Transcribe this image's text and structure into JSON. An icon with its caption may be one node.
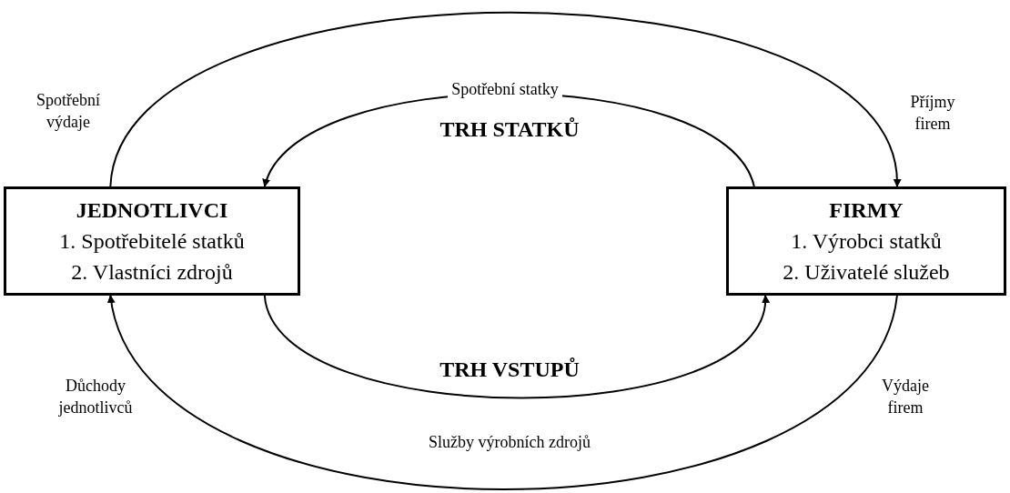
{
  "diagram": {
    "nodes": [
      {
        "text": [
          "JEDNOTLIVCI",
          "1. Spotřebitelé statků",
          "2. Vlastníci zdrojů"
        ]
      },
      {
        "text": [
          "FIRMY",
          "1. Výrobci statků",
          "2. Uživatelé služeb"
        ]
      }
    ],
    "edges": [
      {
        "from": 0,
        "to": 1,
        "arrow": "to"
      },
      {
        "from": 1,
        "to": 0,
        "arrow": "to",
        "label": "Spotřební statky"
      },
      {
        "from": 0,
        "to": 1,
        "arrow": "to",
        "label": "Služby výrobních zdrojů"
      },
      {
        "from": 1,
        "to": 0,
        "arrow": "to"
      }
    ],
    "labels": [
      "Spotřební výdaje",
      "Příjmy firem",
      "TRH STATKŮ",
      "TRH VSTUPŮ",
      "Důchody jednotlivců",
      "Výdaje firem"
    ]
  }
}
